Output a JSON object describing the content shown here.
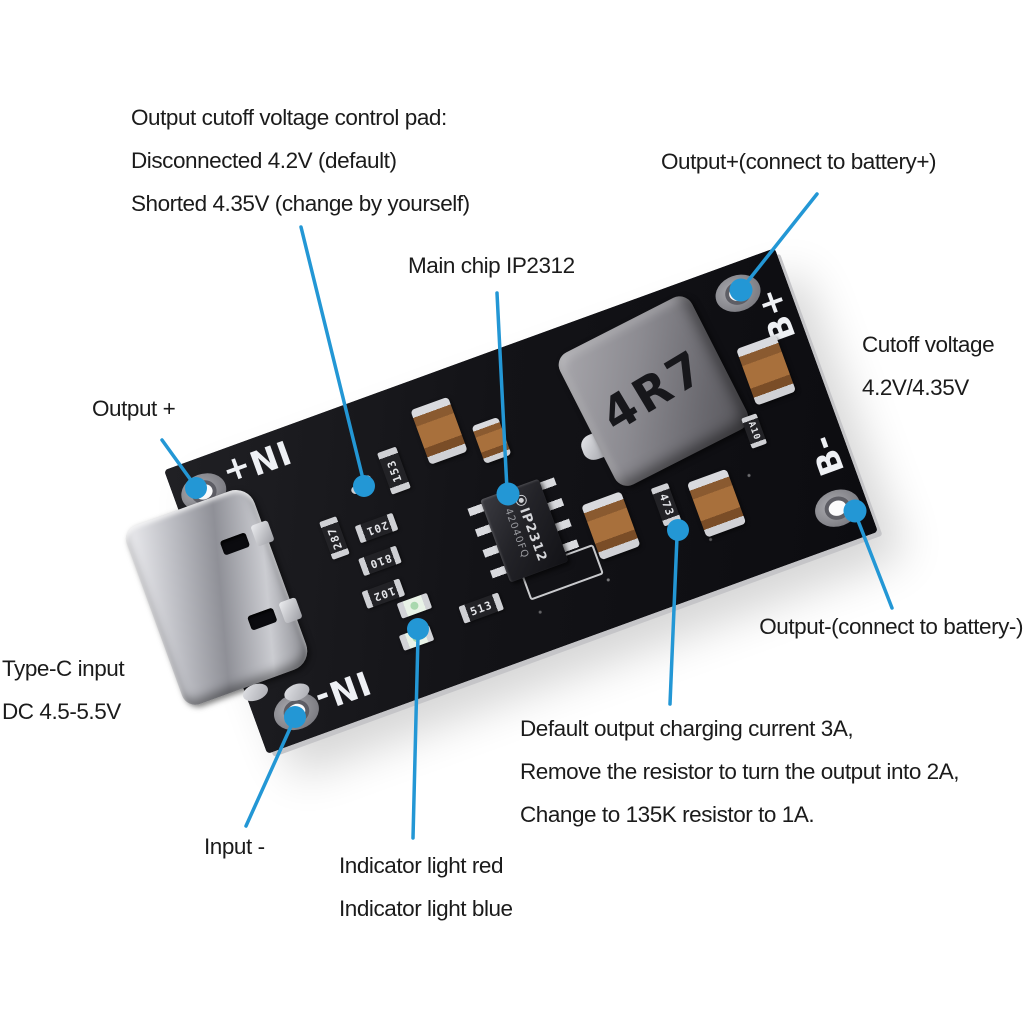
{
  "colors": {
    "annotation_blue": "#2397d5",
    "pcb_black": "#131317",
    "capacitor_brown": "#a8703c"
  },
  "annotations": {
    "cutoff_pad": {
      "lines": [
        "Output cutoff voltage control pad:",
        "Disconnected 4.2V (default)",
        "Shorted 4.35V (change by yourself)"
      ]
    },
    "output_plus_battery": {
      "label": "Output+(connect to battery+)"
    },
    "main_chip": {
      "label": "Main chip IP2312"
    },
    "cutoff_voltage": {
      "lines": [
        "Cutoff voltage",
        "4.2V/4.35V"
      ]
    },
    "output_plus": {
      "label": "Output +"
    },
    "typec_input": {
      "lines": [
        "Type-C input",
        "DC 4.5-5.5V"
      ]
    },
    "output_minus_battery": {
      "label": "Output-(connect to battery-)"
    },
    "charging_current": {
      "lines": [
        "Default output charging current 3A,",
        "Remove the resistor to turn the output into 2A,",
        "Change to 135K resistor to 1A."
      ]
    },
    "input_minus": {
      "label": "Input -"
    },
    "indicator_lights": {
      "lines": [
        "Indicator light red",
        "Indicator light blue"
      ]
    }
  },
  "board": {
    "silkscreen": {
      "in_plus": "IN+",
      "in_minus": "IN-",
      "b_plus": "B+",
      "b_minus": "B-"
    },
    "inductor_marking": "4R7",
    "chip": {
      "line1": "IP2312",
      "line2": "42040FQ"
    },
    "resistor_codes": {
      "r153": "153",
      "r201": "201",
      "r287": "287",
      "r810": "810",
      "r102": "102",
      "r513": "513",
      "r473": "473",
      "ra10": "A10"
    }
  }
}
